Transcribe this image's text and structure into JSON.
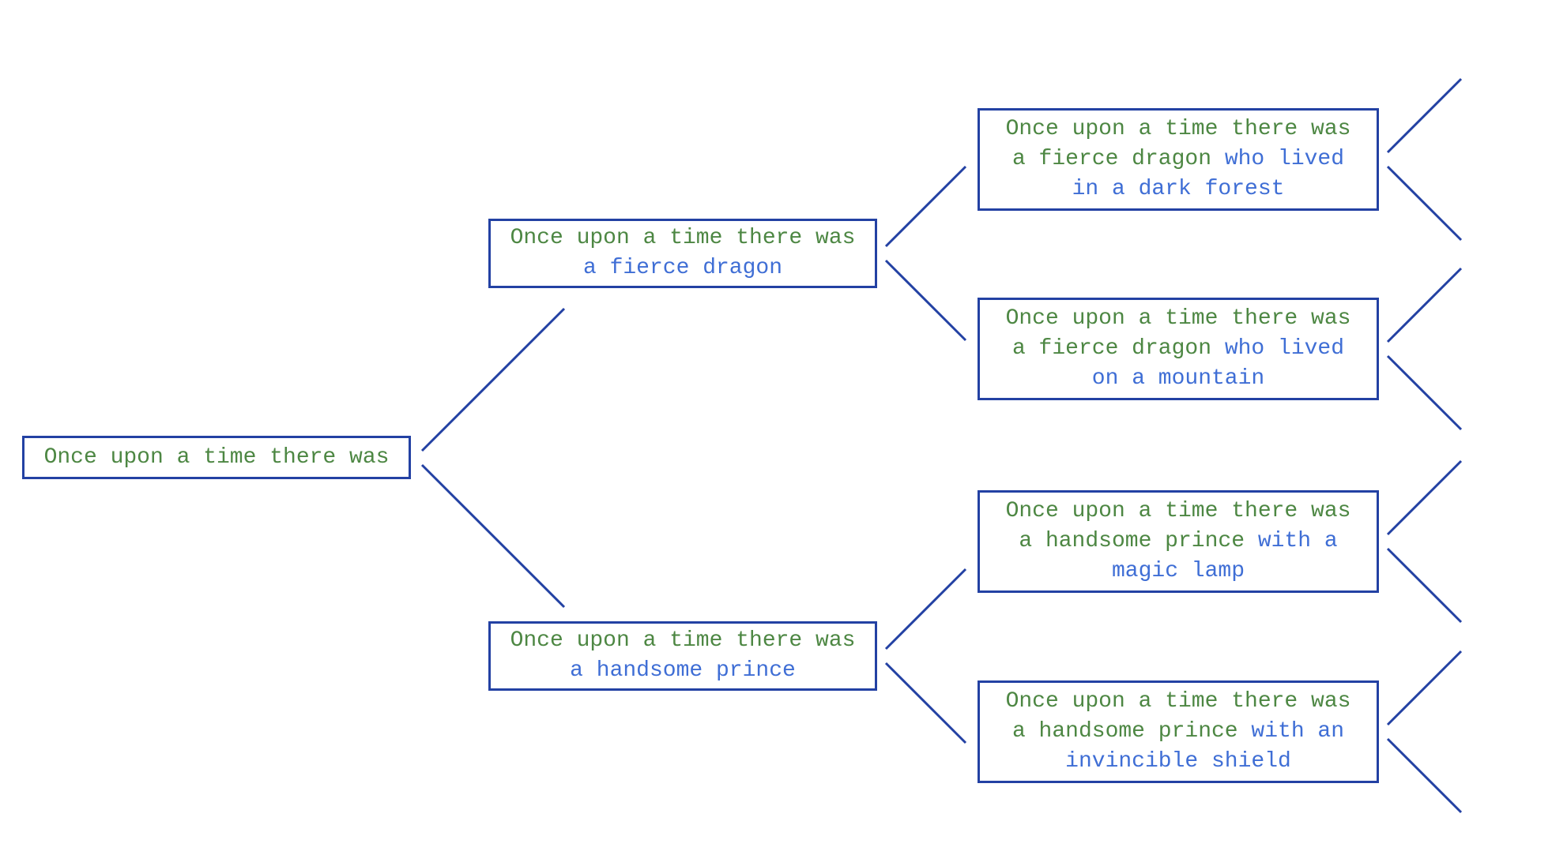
{
  "colors": {
    "background": "#ffffff",
    "box_border": "#2341a3",
    "branch_line": "#2341a3",
    "prompt_text": "#4d8743",
    "completion_text": "#3f6ed5"
  },
  "tree": {
    "description": "story-continuation tree, prompt text in green, generated continuation in blue",
    "nodes": {
      "root": {
        "prompt": "Once upon a time there was",
        "completion": ""
      },
      "dragon": {
        "prompt": "Once upon a time there was",
        "completion": "a fierce dragon"
      },
      "prince": {
        "prompt": "Once upon a time there was",
        "completion": "a handsome prince"
      },
      "dragon_forest": {
        "prompt": "Once upon a time there was a fierce dragon",
        "completion": "who lived in a dark forest"
      },
      "dragon_mountain": {
        "prompt": "Once upon a time there was a fierce dragon",
        "completion": "who lived on a mountain"
      },
      "prince_lamp": {
        "prompt": "Once upon a time there was a handsome prince",
        "completion": "with a magic lamp"
      },
      "prince_shield": {
        "prompt": "Once upon a time there was a handsome prince",
        "completion": "with an invincible shield"
      }
    }
  }
}
